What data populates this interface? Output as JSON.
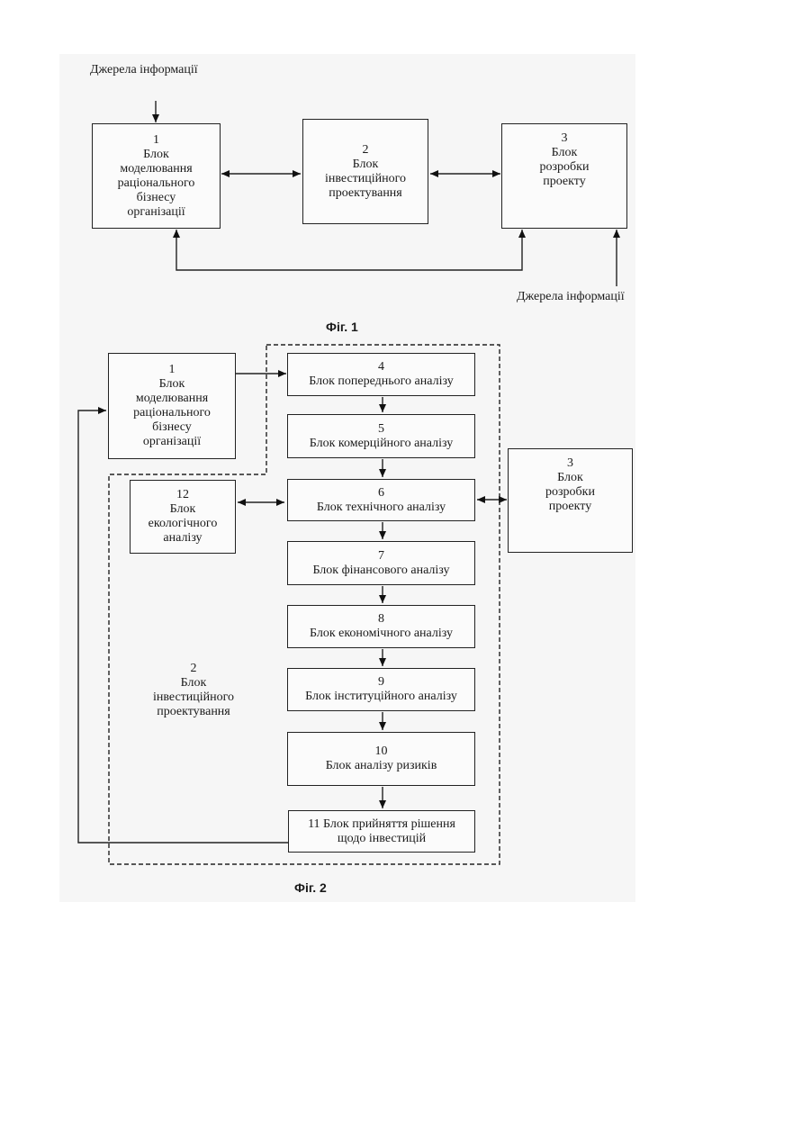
{
  "fig1": {
    "source_top": "Джерела інформації",
    "source_bottom": "Джерела інформації",
    "caption": "Фіг. 1",
    "block1": {
      "num": "1",
      "title": "Блок\nмоделювання\nраціонального\nбізнесу\nорганізації"
    },
    "block2": {
      "num": "2",
      "title": "Блок\nінвестиційного\nпроектування"
    },
    "block3": {
      "num": "3",
      "title": "Блок\nрозробки\nпроекту"
    }
  },
  "fig2": {
    "caption": "Фіг. 2",
    "block1": {
      "num": "1",
      "title": "Блок\nмоделювання\nраціонального\nбізнесу\nорганізації"
    },
    "block2": {
      "num": "2",
      "title": "Блок\nінвестиційного\nпроектування"
    },
    "block3": {
      "num": "3",
      "title": "Блок\nрозробки\nпроекту"
    },
    "block4": {
      "num": "4",
      "title": "Блок попереднього аналізу"
    },
    "block5": {
      "num": "5",
      "title": "Блок комерційного аналізу"
    },
    "block6": {
      "num": "6",
      "title": "Блок технічного аналізу"
    },
    "block7": {
      "num": "7",
      "title": "Блок фінансового аналізу"
    },
    "block8": {
      "num": "8",
      "title": "Блок економічного аналізу"
    },
    "block9": {
      "num": "9",
      "title": "Блок інституційного аналізу"
    },
    "block10": {
      "num": "10",
      "title": "Блок аналізу ризиків"
    },
    "block11": {
      "title": "11 Блок прийняття рішення\nщодо інвестицій"
    },
    "block12": {
      "num": "12",
      "title": "Блок\nекологічного\nаналізу"
    }
  }
}
